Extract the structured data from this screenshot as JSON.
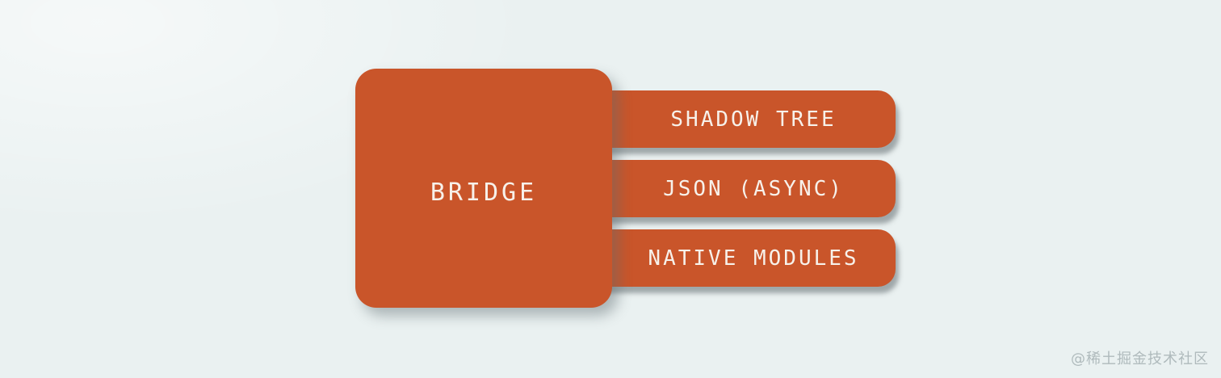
{
  "diagram": {
    "bridge": {
      "label": "BRIDGE"
    },
    "pills": [
      {
        "label": "SHADOW TREE"
      },
      {
        "label": "JSON (ASYNC)"
      },
      {
        "label": "NATIVE MODULES"
      }
    ]
  },
  "watermark": "@稀土掘金技术社区",
  "colors": {
    "background": "#EAF1F1",
    "accent_orange": "#C9552A",
    "text_light": "#F7F1EA",
    "shadow_grey": "#A0A6A8",
    "watermark_grey": "#AFBABC"
  }
}
